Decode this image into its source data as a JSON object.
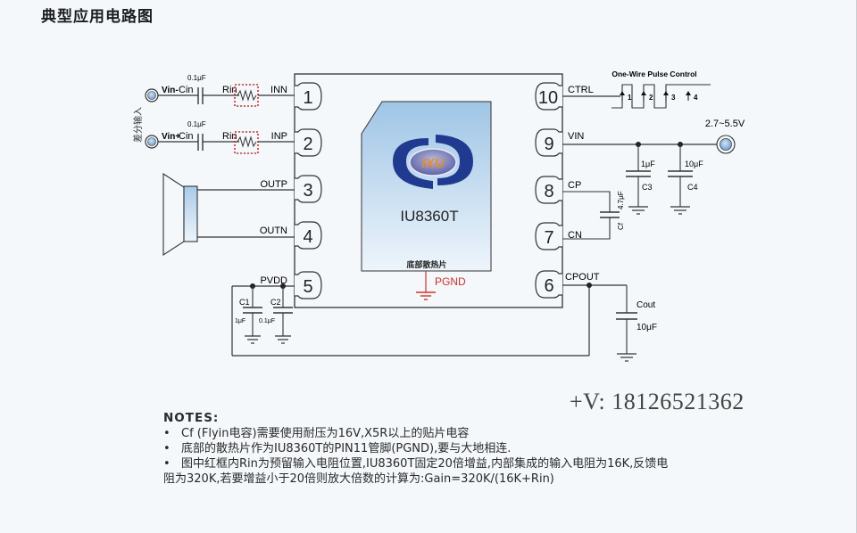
{
  "title": "典型应用电路图",
  "chip": {
    "part_number": "IU8360T",
    "logo_text": "IXU",
    "heatsink_label": "底部散热片",
    "pgnd_label": "PGND",
    "pins": [
      {
        "num": "1",
        "name": "INN"
      },
      {
        "num": "2",
        "name": "INP"
      },
      {
        "num": "3",
        "name": "OUTP"
      },
      {
        "num": "4",
        "name": "OUTN"
      },
      {
        "num": "5",
        "name": "PVDD"
      },
      {
        "num": "6",
        "name": "CPOUT"
      },
      {
        "num": "7",
        "name": "CN"
      },
      {
        "num": "8",
        "name": "CP"
      },
      {
        "num": "9",
        "name": "VIN"
      },
      {
        "num": "10",
        "name": "CTRL"
      }
    ]
  },
  "input": {
    "diff_label": "差分输入",
    "vin_minus": "Vin-",
    "vin_plus": "Vin+",
    "cin_label": "Cin",
    "cin_value": "0.1μF",
    "rin_label": "Rin"
  },
  "ctrl": {
    "title": "One-Wire Pulse Control",
    "pulses": [
      "1",
      "2",
      "3",
      "4"
    ]
  },
  "supply": {
    "voltage": "2.7~5.5V",
    "c3_label": "C3",
    "c3_value": "1μF",
    "c4_label": "C4",
    "c4_value": "10μF"
  },
  "flycap": {
    "label": "Cf",
    "value": "4.7μF"
  },
  "pvdd_caps": {
    "c1_label": "C1",
    "c1_value": "1μF",
    "c2_label": "C2",
    "c2_value": "0.1μF"
  },
  "cout": {
    "label": "Cout",
    "value": "10μF"
  },
  "colors": {
    "red": "#d9302a",
    "wire": "#333333",
    "chip_top": "#a9cbe8",
    "chip_bottom": "#eaf3fb",
    "logo_blue": "#1f3a8f",
    "logo_orange": "#f08a1c"
  },
  "notes": {
    "heading": "NOTES:",
    "bullet": "•",
    "items": [
      "Cf (Flyin电容)需要使用耐压为16V,X5R以上的贴片电容",
      "底部的散热片作为IU8360T的PIN11管脚(PGND),要与大地相连.",
      "图中红框内Rin为预留输入电阻位置,IU8360T固定20倍增益,内部集成的输入电阻为16K,反馈电"
    ],
    "continuation": "阻为320K,若要增益小于20倍则放大倍数的计算为:Gain=320K/(16K+Rin)"
  },
  "contact": "+V: 18126521362"
}
